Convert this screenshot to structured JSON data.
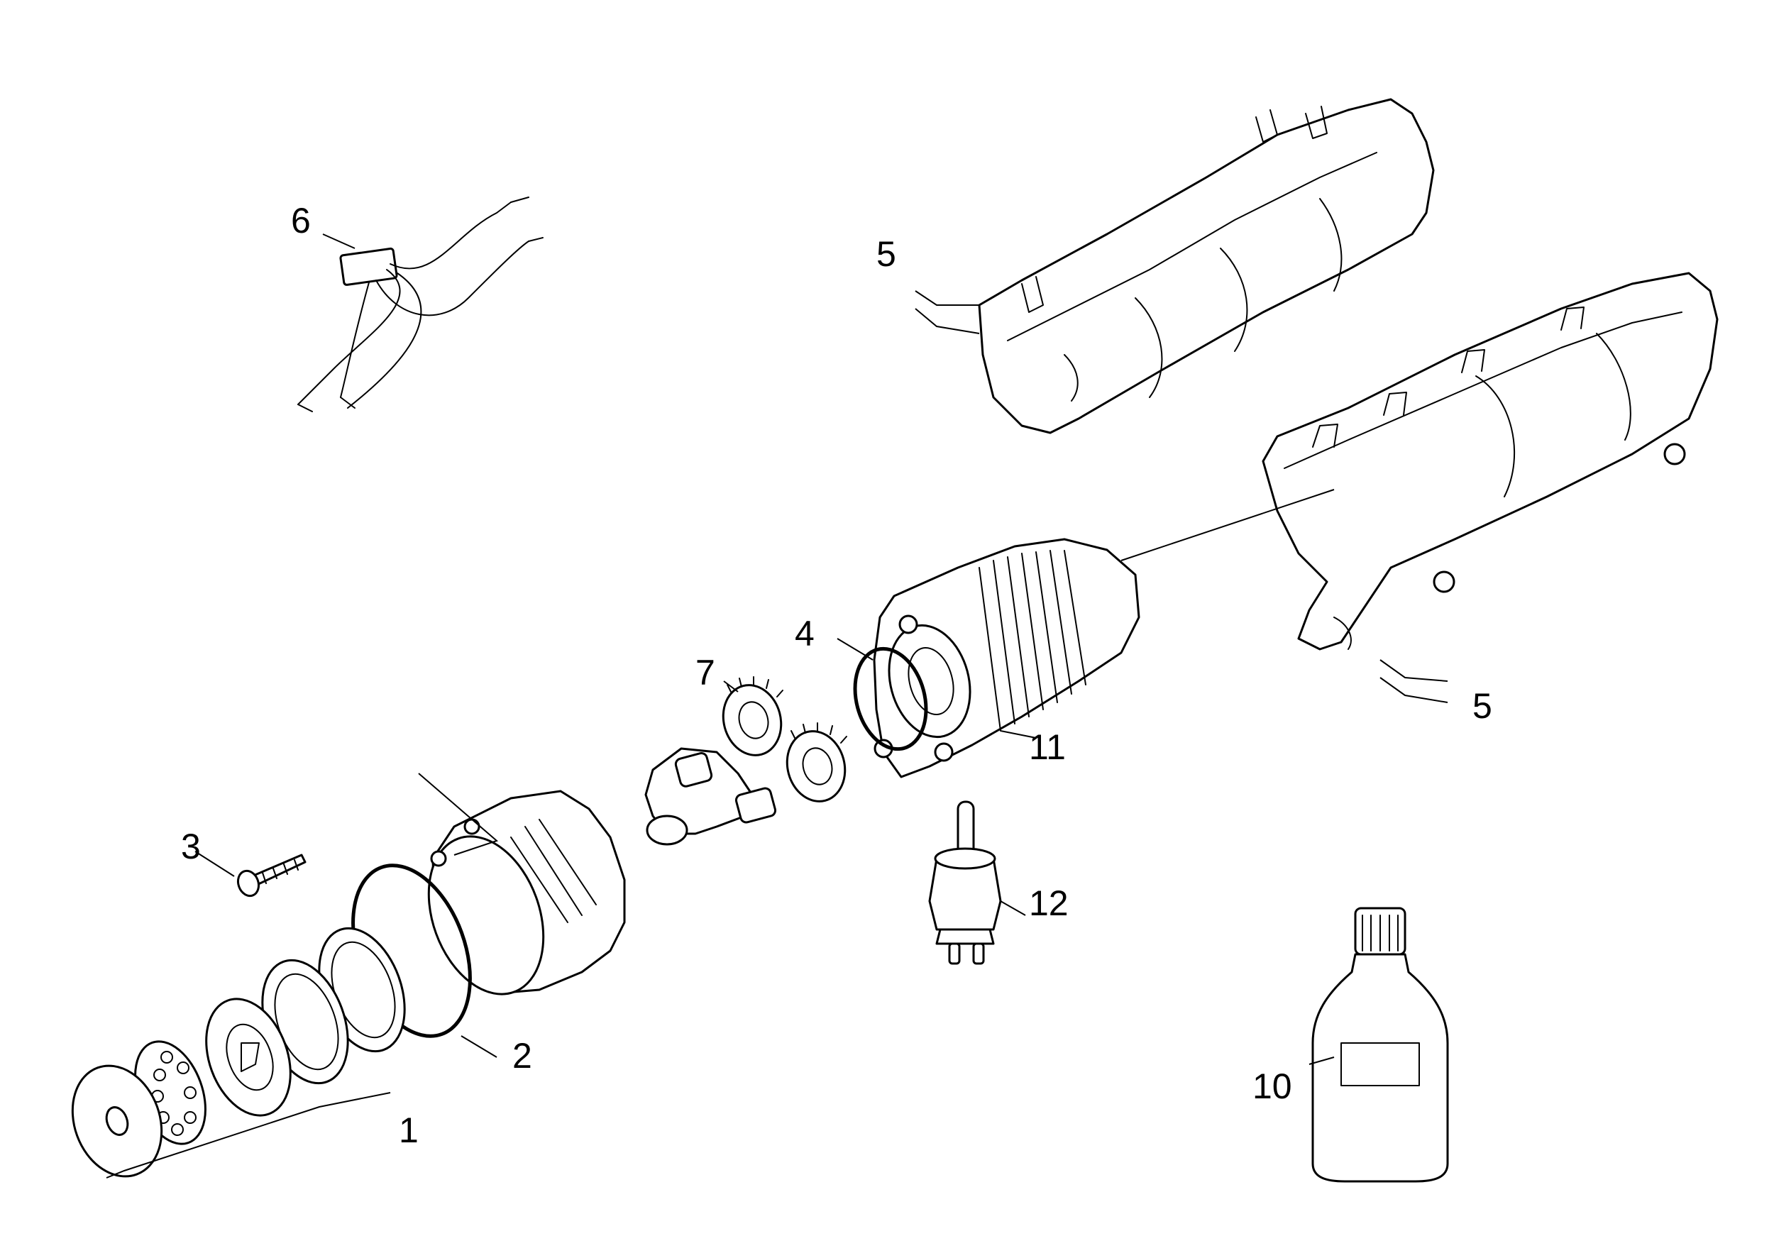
{
  "diagram": {
    "callouts": [
      {
        "id": "c1",
        "label": "1"
      },
      {
        "id": "c2",
        "label": "2"
      },
      {
        "id": "c3",
        "label": "3"
      },
      {
        "id": "c4",
        "label": "4"
      },
      {
        "id": "c5a",
        "label": "5"
      },
      {
        "id": "c5b",
        "label": "5"
      },
      {
        "id": "c6",
        "label": "6"
      },
      {
        "id": "c7",
        "label": "7"
      },
      {
        "id": "c10",
        "label": "10"
      },
      {
        "id": "c11",
        "label": "11"
      },
      {
        "id": "c12",
        "label": "12"
      }
    ]
  }
}
